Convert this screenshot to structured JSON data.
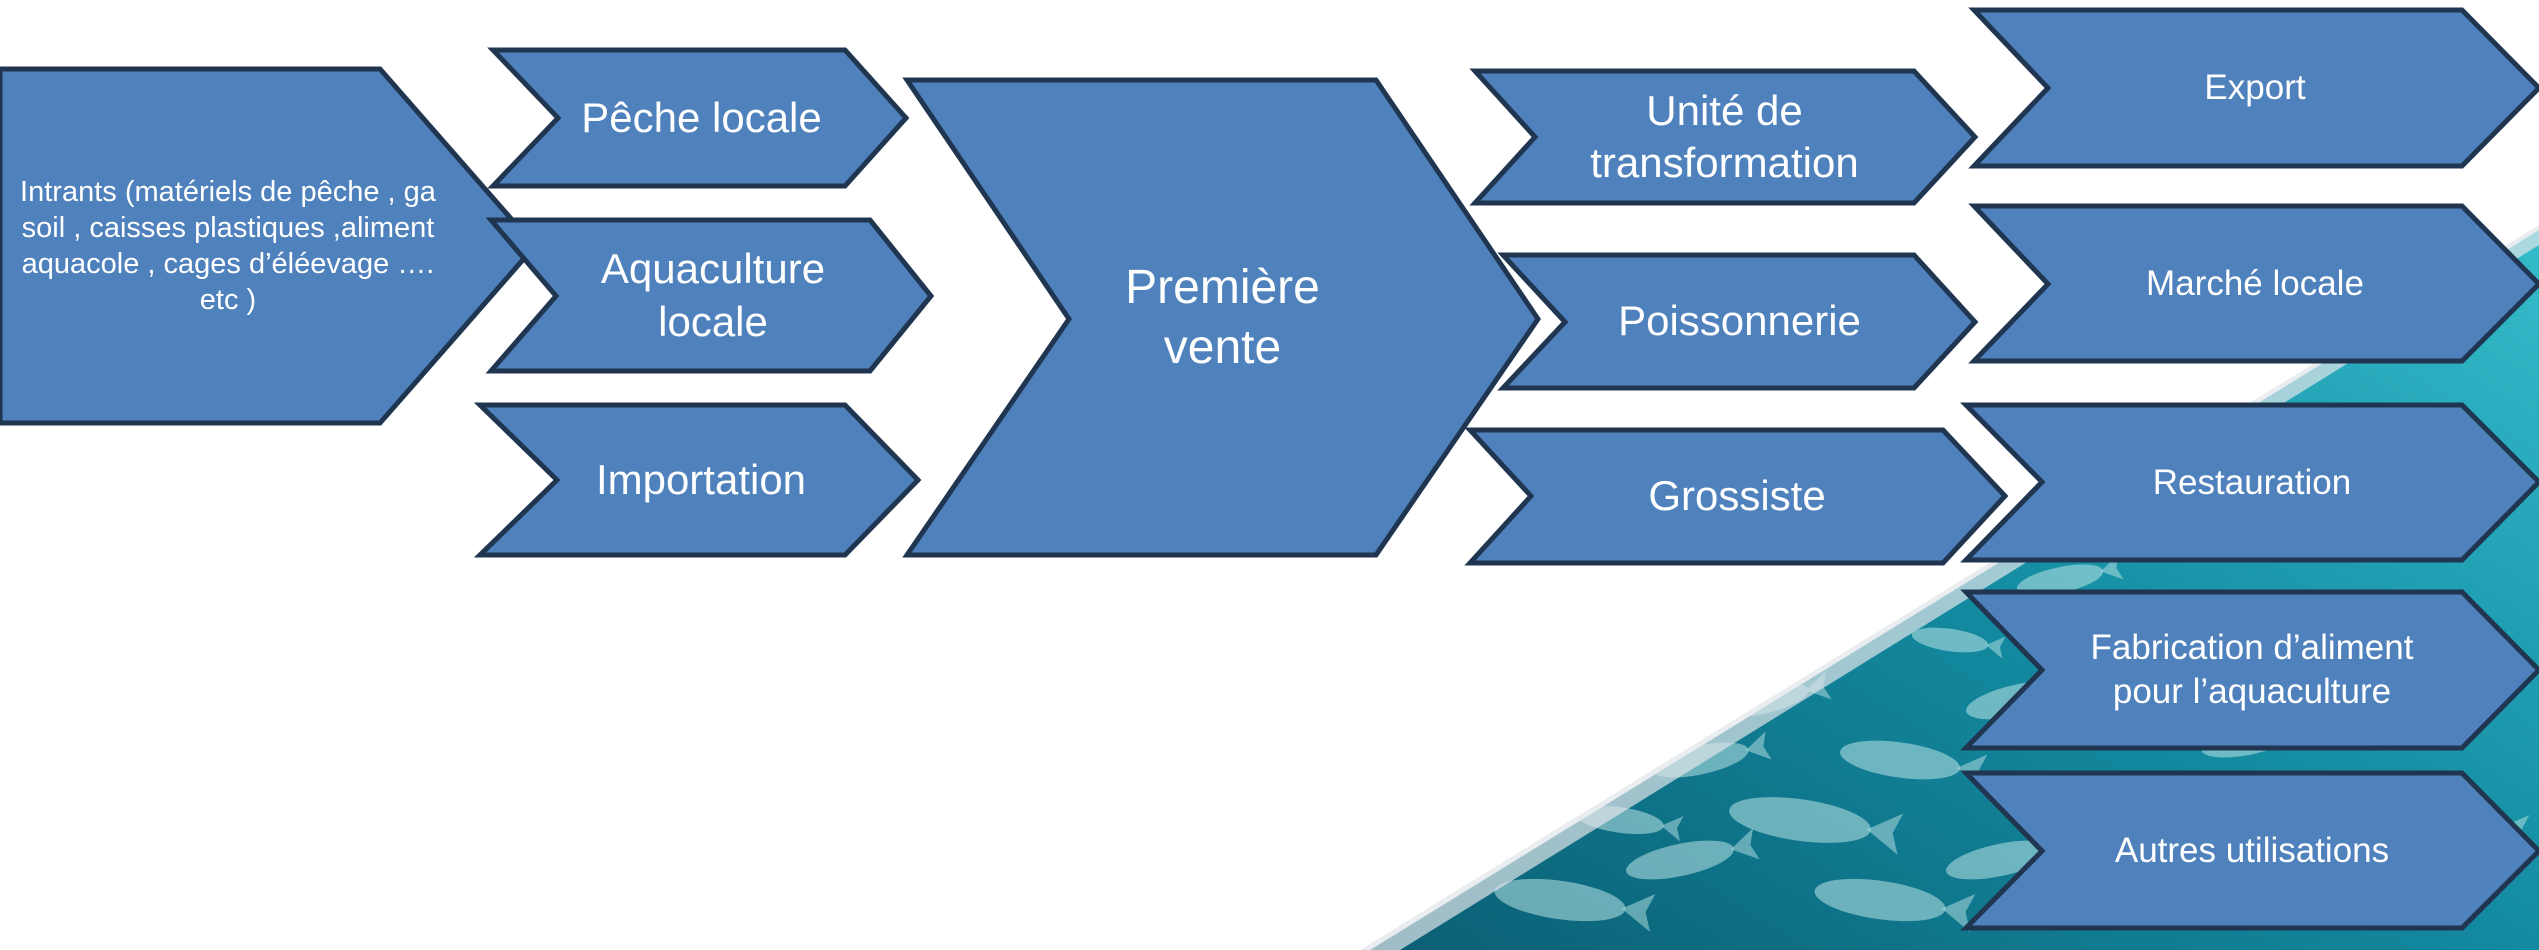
{
  "colors": {
    "fill": "#4f81bd",
    "stroke": "#1f3550",
    "sea_deep": "#0d6f84",
    "sea_light": "#2fb6c8",
    "fish": "#b9e4e6",
    "text": "#ffffff"
  },
  "diagram": {
    "stage1": {
      "intrants": "Intrants (matériels de pêche , gasoil , caisses plastiques ,aliment aquacole , cages d’éléevage ….etc )"
    },
    "stage2": {
      "peche_locale": "Pêche locale",
      "aquaculture_locale": "Aquaculture locale",
      "importation": "Importation"
    },
    "stage3": {
      "premiere_vente": "Première vente"
    },
    "stage4": {
      "unite_transformation": "Unité de transformation",
      "poissonnerie": "Poissonnerie",
      "grossiste": "Grossiste"
    },
    "stage5": {
      "export": "Export",
      "marche_locale": "Marché locale",
      "restauration": "Restauration",
      "fabrication_aliment": "Fabrication d’aliment pour l’aquaculture",
      "autres_utilisations": "Autres utilisations"
    }
  }
}
